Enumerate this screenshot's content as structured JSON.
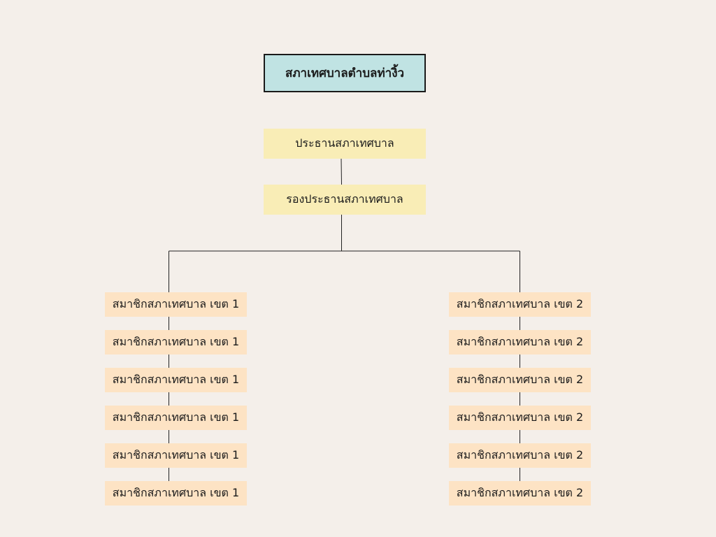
{
  "title": "สภาเทศบาลตำบลท่างิ้ว",
  "chair": "ประธานสภาเทศบาล",
  "vice_chair": "รองประธานสภาเทศบาล",
  "district_1": {
    "members": [
      "สมาชิกสภาเทศบาล เขต 1",
      "สมาชิกสภาเทศบาล เขต 1",
      "สมาชิกสภาเทศบาล เขต 1",
      "สมาชิกสภาเทศบาล เขต 1",
      "สมาชิกสภาเทศบาล เขต 1",
      "สมาชิกสภาเทศบาล เขต 1"
    ]
  },
  "district_2": {
    "members": [
      "สมาชิกสภาเทศบาล เขต 2",
      "สมาชิกสภาเทศบาล เขต 2",
      "สมาชิกสภาเทศบาล เขต 2",
      "สมาชิกสภาเทศบาล เขต 2",
      "สมาชิกสภาเทศบาล เขต 2",
      "สมาชิกสภาเทศบาล เขต 2"
    ]
  },
  "colors": {
    "background": "#f4efea",
    "title_fill": "#c0e3e3",
    "leader_fill": "#f9edb6",
    "member_fill": "#fde3c4",
    "line": "#222222"
  }
}
